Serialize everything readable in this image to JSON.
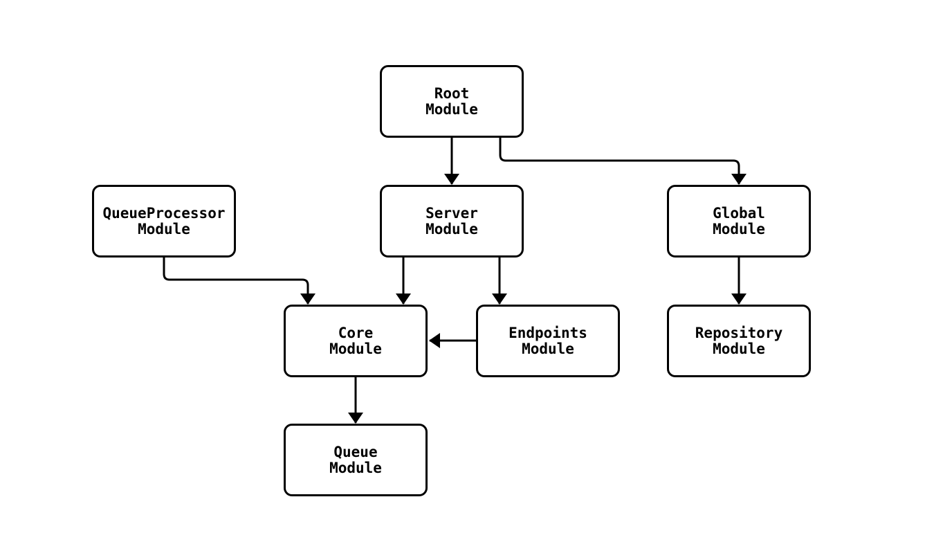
{
  "diagram": {
    "colors": {
      "background": "#ffffff",
      "node_fill": "#ffffff",
      "stroke": "#000000",
      "text": "#000000"
    },
    "nodes": {
      "root": {
        "label": "Root\nModule"
      },
      "queue_processor": {
        "label": "QueueProcessor\nModule"
      },
      "server": {
        "label": "Server\nModule"
      },
      "global": {
        "label": "Global\nModule"
      },
      "core": {
        "label": "Core\nModule"
      },
      "endpoints": {
        "label": "Endpoints\nModule"
      },
      "repository": {
        "label": "Repository\nModule"
      },
      "queue": {
        "label": "Queue\nModule"
      }
    },
    "edges": [
      {
        "from": "Root Module",
        "to": "Server Module"
      },
      {
        "from": "Root Module",
        "to": "Global Module"
      },
      {
        "from": "QueueProcessor Module",
        "to": "Core Module"
      },
      {
        "from": "Server Module",
        "to": "Core Module"
      },
      {
        "from": "Server Module",
        "to": "Endpoints Module"
      },
      {
        "from": "Endpoints Module",
        "to": "Core Module"
      },
      {
        "from": "Global Module",
        "to": "Repository Module"
      },
      {
        "from": "Core Module",
        "to": "Queue Module"
      }
    ]
  }
}
